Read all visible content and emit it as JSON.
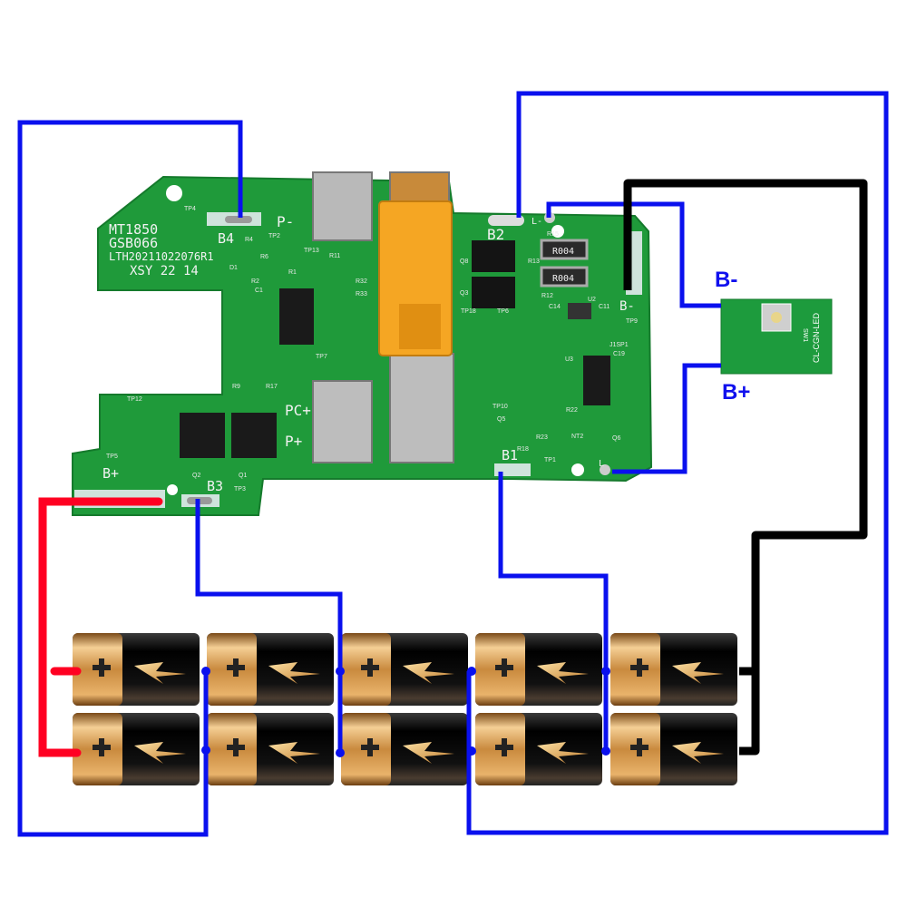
{
  "pcb": {
    "model_lines": [
      "MT1850",
      "GSB066",
      "LTH20211022076R1",
      "XSY 22 14"
    ],
    "pads": {
      "b4": "B4",
      "b3": "B3",
      "b2": "B2",
      "b1": "B1",
      "p_minus": "P-",
      "pc_plus": "PC+",
      "p_plus": "P+",
      "b_plus": "B+",
      "b_minus": "B-",
      "l_minus": "L-",
      "l_plus": "L"
    },
    "resistors": [
      "R004",
      "R004"
    ],
    "designators": [
      "TP4",
      "TP2",
      "TP13",
      "R1",
      "R4",
      "R6",
      "R11",
      "R32",
      "R33",
      "D1",
      "R2",
      "C1",
      "TP12",
      "TP5",
      "Q2",
      "Q1",
      "TP3",
      "R15",
      "R13",
      "R12",
      "Q8",
      "Q3",
      "U2",
      "C14",
      "C11",
      "TP9",
      "TP18",
      "TP6",
      "J1SP1",
      "U3",
      "C19",
      "TP1",
      "R18",
      "R23",
      "Q5",
      "TP10",
      "R22",
      "NT2",
      "Q6",
      "TP7",
      "R9",
      "R17"
    ]
  },
  "led_module": {
    "label": "CL-CGN-LED",
    "switch": "SW1"
  },
  "labels": {
    "b_minus": "B-",
    "b_plus": "B+"
  },
  "battery_rows": 2,
  "battery_cols": 5,
  "colors": {
    "wire_blue": "#0a10ee",
    "wire_black": "#000000",
    "wire_red": "#ff0022",
    "pcb_green": "#1f9a3a",
    "connector": "#f5a623"
  }
}
